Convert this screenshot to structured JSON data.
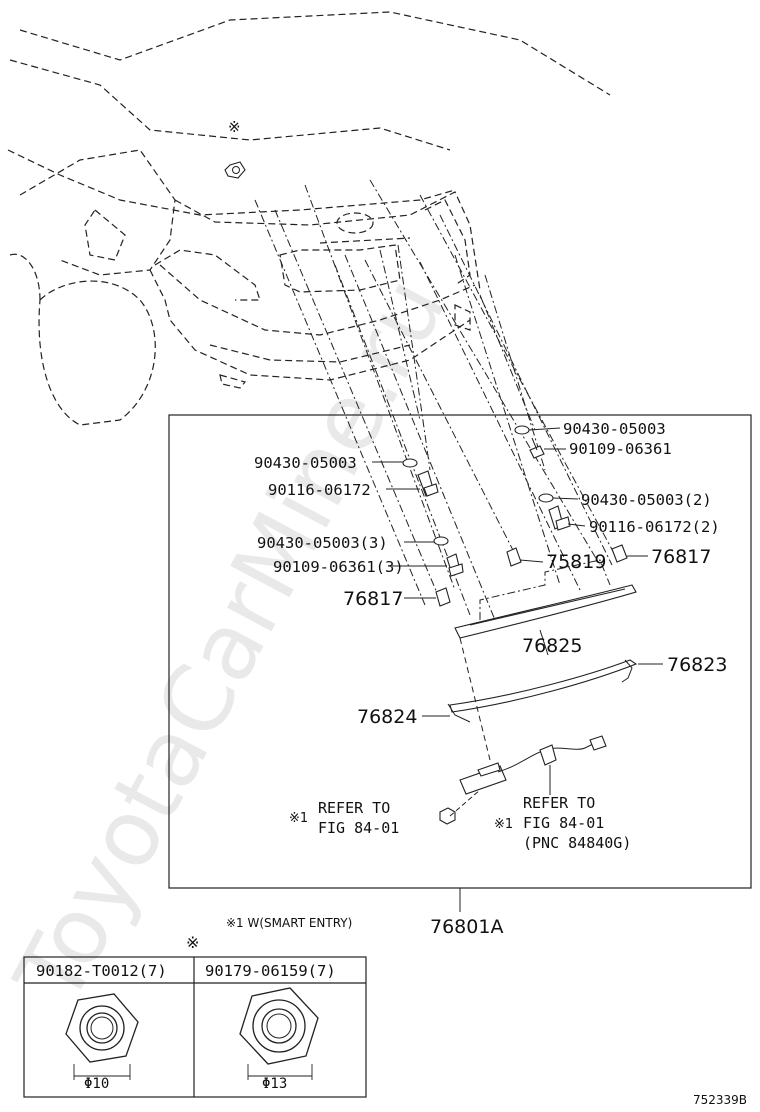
{
  "watermark": "ToyotaCarMine.ru",
  "marks": {
    "ref_mark": "※",
    "bolt_mark": "※"
  },
  "callouts": {
    "c1": "90430-05003",
    "c2": "90109-06361",
    "c3": "90430-05003",
    "c4": "90116-06172",
    "c5": "90430-05003(2)",
    "c6": "90116-06172(2)",
    "c7": "90430-05003(3)",
    "c8": "90109-06361(3)",
    "c9": "75819",
    "c10": "76817",
    "c11": "76817",
    "c12": "76825",
    "c13": "76823",
    "c14": "76824"
  },
  "refers": {
    "left": {
      "mark": "※1",
      "line1": "REFER TO",
      "line2": "FIG 84-01"
    },
    "right": {
      "mark": "※1",
      "line1": "REFER TO",
      "line2": "FIG 84-01",
      "line3": "(PNC 84840G)"
    }
  },
  "footnote": "※1 W(SMART ENTRY)",
  "assembly_number": "76801A",
  "bolt_table": {
    "headers": [
      "90182-T0012(7)",
      "90179-06159(7)"
    ],
    "diameters": [
      "Φ10",
      "Φ13"
    ]
  },
  "diagram_code": "752339B"
}
